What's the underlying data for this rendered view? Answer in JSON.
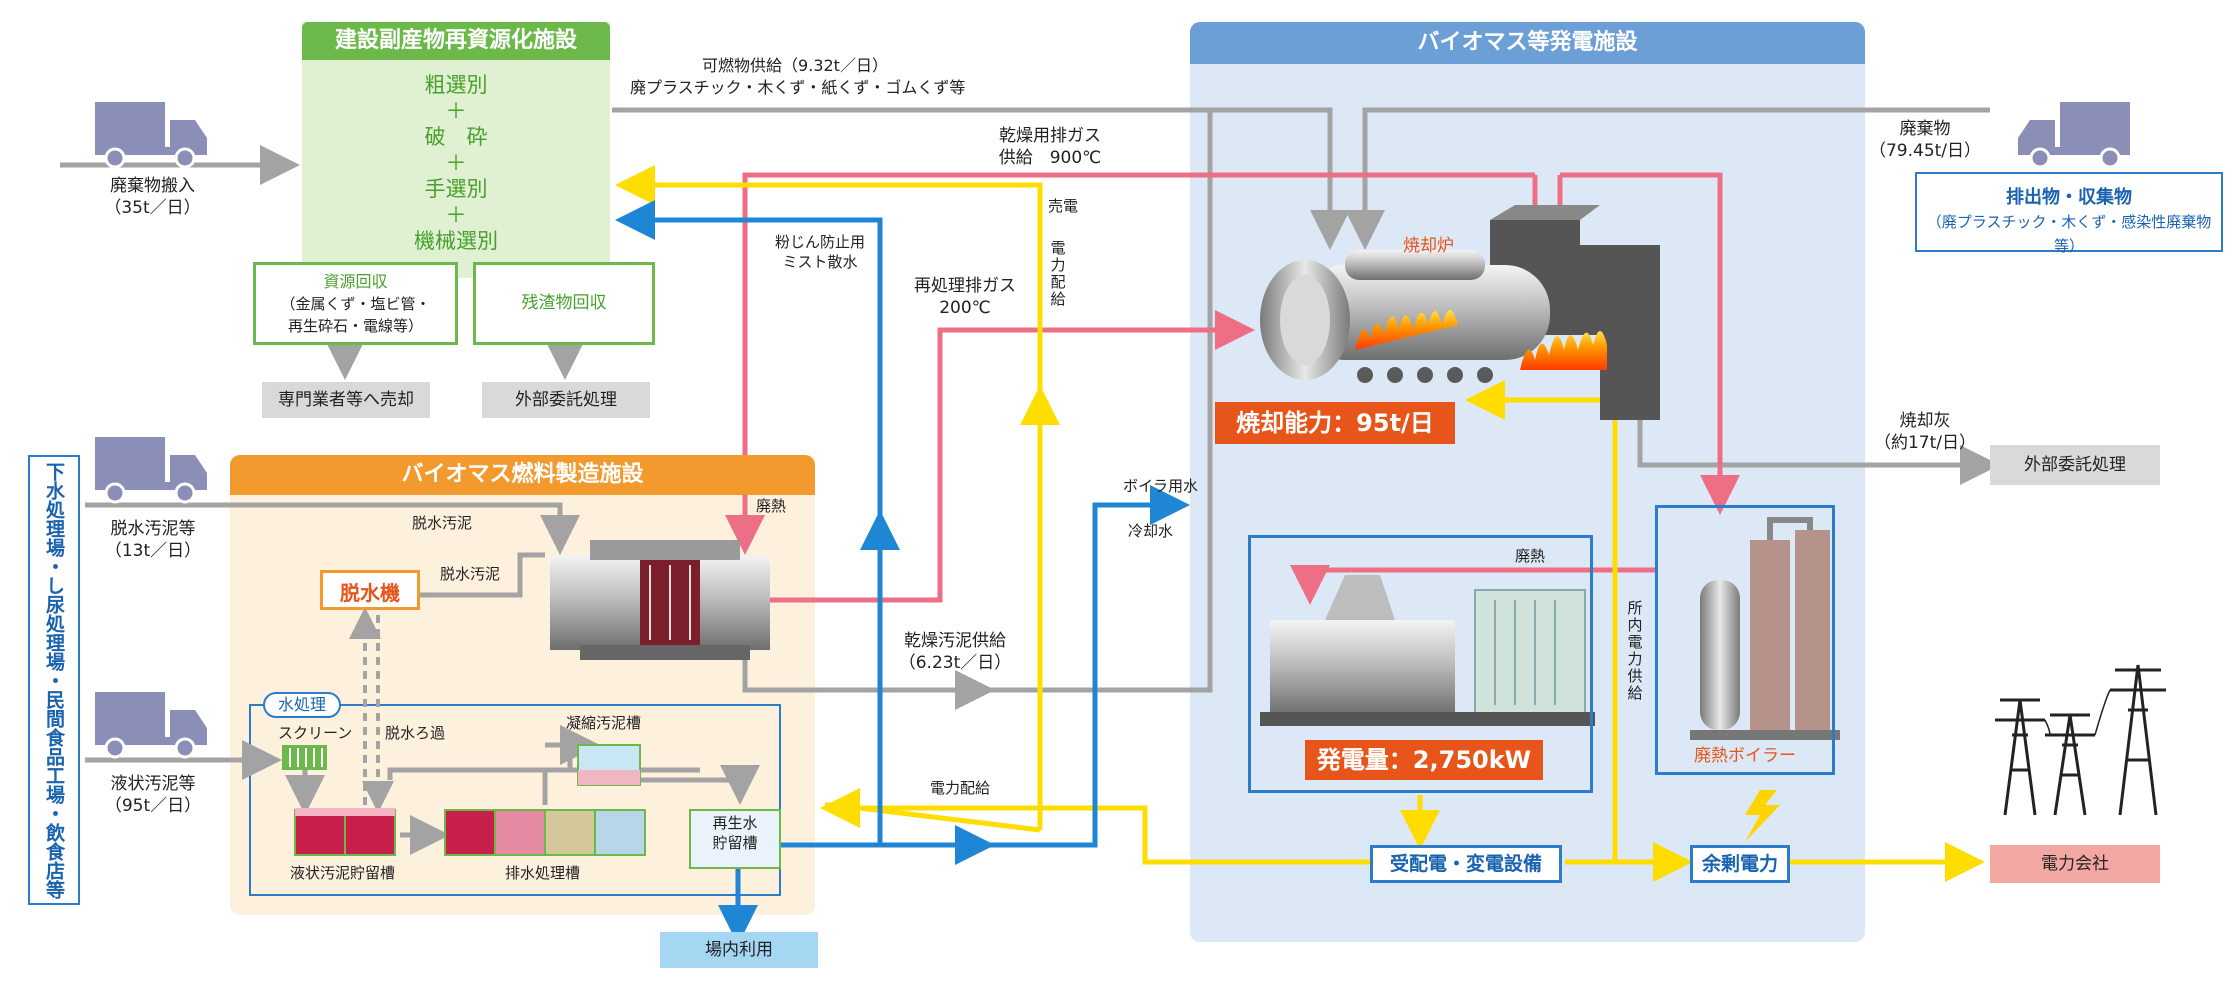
{
  "facilities": {
    "recycling": {
      "title": "建設副産物再資源化施設",
      "steps": [
        "粗選別",
        "＋",
        "破　砕",
        "＋",
        "手選別",
        "＋",
        "機械選別"
      ],
      "resource_recovery": [
        "資源回収",
        "（金属くず・塩ビ管・",
        "再生砕石・電線等）"
      ],
      "residue_recovery": "残渣物回収",
      "sell_to_vendor": "専門業者等へ売却",
      "external_disposal": "外部委託処理"
    },
    "biomass_fuel": {
      "title": "バイオマス燃料製造施設",
      "dehydrator": "脱水機",
      "water_treatment": "水処理",
      "screen": "スクリーン",
      "filtrate": "脱水ろ過",
      "thickener": "凝縮汚泥槽",
      "liquid_tank": "液状汚泥貯留槽",
      "drain_tank": "排水処理槽",
      "reclaimed_tank": [
        "再生水",
        "貯留槽"
      ],
      "dewatered_sludge_1": "脱水汚泥",
      "dewatered_sludge_2": "脱水汚泥",
      "waste_heat": "廃熱",
      "onsite_use": "場内利用"
    },
    "power": {
      "title": "バイオマス等発電施設",
      "incinerator": "焼却炉",
      "capacity": "焼却能力：95t/日",
      "generation": "発電量：2,750kW",
      "boiler": "廃熱ボイラー",
      "waste_heat": "廃熱",
      "substation": "受配電・変電設備",
      "surplus": "余剰電力",
      "inhouse_supply": [
        "所",
        "内",
        "電",
        "力",
        "供",
        "給"
      ]
    }
  },
  "labels": {
    "waste_in": [
      "廃棄物搬入",
      "（35t／日）"
    ],
    "combustible": [
      "可燃物供給（9.32t／日）",
      "廃プラスチック・木くず・紙くず・ゴムくず等"
    ],
    "dry_gas": [
      "乾燥用排ガス",
      "供給　900℃"
    ],
    "sell_power": "売電",
    "power_dist_v": [
      "電",
      "力",
      "配",
      "給"
    ],
    "mist": [
      "粉じん防止用",
      "ミスト散水"
    ],
    "reprocess_gas": [
      "再処理排ガス",
      "200℃"
    ],
    "dewatered_in": [
      "脱水汚泥等",
      "（13t／日）"
    ],
    "liquid_in": [
      "液状汚泥等",
      "（95t／日）"
    ],
    "dry_sludge": [
      "乾燥汚泥供給",
      "（6.23t／日）"
    ],
    "boiler_water": "ボイラ用水",
    "cooling_water": "冷却水",
    "power_dist_h": "電力配給",
    "waste_right": [
      "廃棄物",
      "（79.45t/日）"
    ],
    "emission_box": [
      "排出物・収集物",
      "（廃プラスチック・木くず・感染性廃棄物等）"
    ],
    "ash": [
      "焼却灰",
      "（約17t/日）"
    ],
    "ash_disposal": "外部委託処理",
    "power_company": "電力会社",
    "source_vertical": [
      "下水処理場・し尿処理場・民間食品工場・飲食店等"
    ]
  },
  "colors": {
    "green": "#6cb84a",
    "orange": "#f29a2e",
    "blue_header": "#6b9fd6",
    "gray_line": "#a3a3a3",
    "pink_line": "#ec6f86",
    "yellow_line": "#ffdd00",
    "blue_line": "#1f86d6",
    "accent_orange": "#e8551a"
  },
  "icons": [
    "truck-icon",
    "power-tower-icon",
    "lightning-icon",
    "flame-icon"
  ]
}
